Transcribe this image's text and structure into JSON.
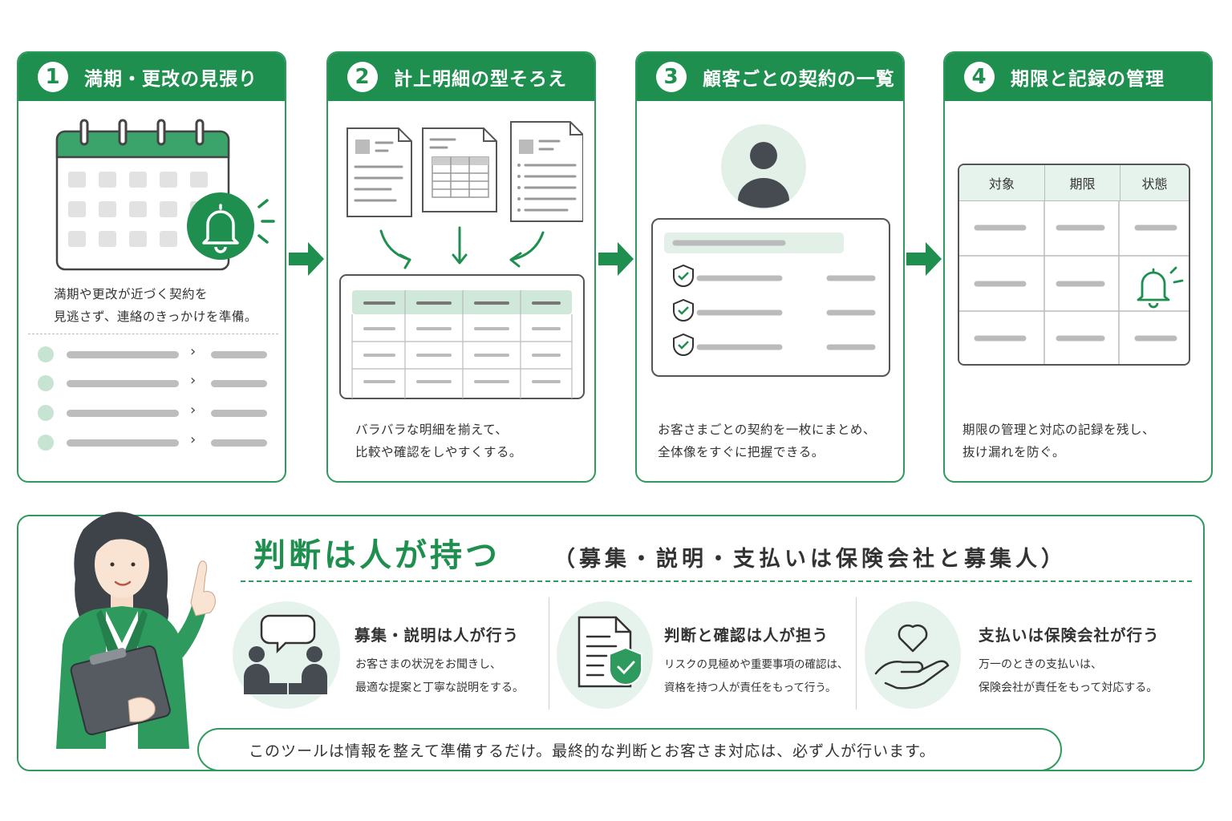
{
  "steps": [
    {
      "num": "1",
      "title": "満期・更改の見張り",
      "desc": "満期や更改が近づく契約を\n見逃さず、連絡のきっかけを準備。"
    },
    {
      "num": "2",
      "title": "計上明細の型そろえ",
      "desc": "バラバラな明細を揃えて、\n比較や確認をしやすくする。"
    },
    {
      "num": "3",
      "title": "顧客ごとの契約の一覧",
      "desc": "お客さまごとの契約を一枚にまとめ、\n全体像をすぐに把握できる。"
    },
    {
      "num": "4",
      "title": "期限と記録の管理",
      "desc": "期限の管理と対応の記録を残し、\n抜け漏れを防ぐ。"
    }
  ],
  "step4_table_headers": [
    "対象",
    "期限",
    "状態"
  ],
  "principle": {
    "title": "判断は人が持つ",
    "subtitle": "（募集・説明・支払いは保険会社と募集人）"
  },
  "roles": [
    {
      "title": "募集・説明は人が行う",
      "desc": "お客さまの状況をお聞きし、\n最適な提案と丁寧な説明をする。"
    },
    {
      "title": "判断と確認は人が担う",
      "desc": "リスクの見極めや重要事項の確認は、\n資格を持つ人が責任をもって行う。"
    },
    {
      "title": "支払いは保険会社が行う",
      "desc": "万一のときの支払いは、\n保険会社が責任をもって対応する。"
    }
  ],
  "footer_note": "このツールは情報を整えて準備するだけ。最終的な判断とお客さま対応は、必ず人が行います。",
  "colors": {
    "accent": "#1f8f4f",
    "accent_light": "#e6f3ec",
    "line_gray": "#bdbdbd"
  }
}
